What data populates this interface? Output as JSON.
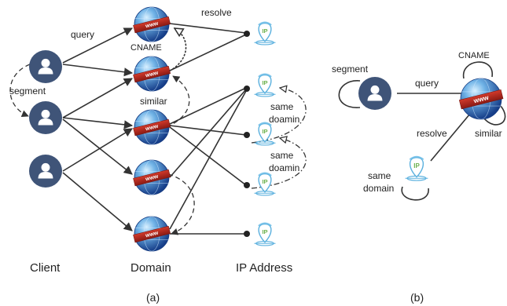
{
  "panel_a": {
    "edge_labels": {
      "query": "query",
      "segment": "segment",
      "resolve": "resolve",
      "cname": "CNAME",
      "similar": "similar",
      "same_domain_1": [
        "same",
        "doamin"
      ],
      "same_domain_2": [
        "same",
        "doamin"
      ]
    },
    "columns": {
      "client": "Client",
      "domain": "Domain",
      "ip": "IP Address"
    },
    "caption": "(a)",
    "domain_badge": "www",
    "ip_badge": "IP"
  },
  "panel_b": {
    "edge_labels": {
      "segment": "segment",
      "query": "query",
      "cname": "CNAME",
      "similar": "similar",
      "resolve": "resolve",
      "same_domain": [
        "same",
        "domain"
      ]
    },
    "caption": "(b)",
    "domain_badge": "www",
    "ip_badge": "IP"
  },
  "colors": {
    "client": "#3f5478",
    "globe_dark": "#1f4c9a",
    "globe_light": "#9fd0f0",
    "ribbon": "#b8261f",
    "ip_pin": "#5ab0de",
    "ip_text": "#6ab04c",
    "edge": "#333333"
  }
}
